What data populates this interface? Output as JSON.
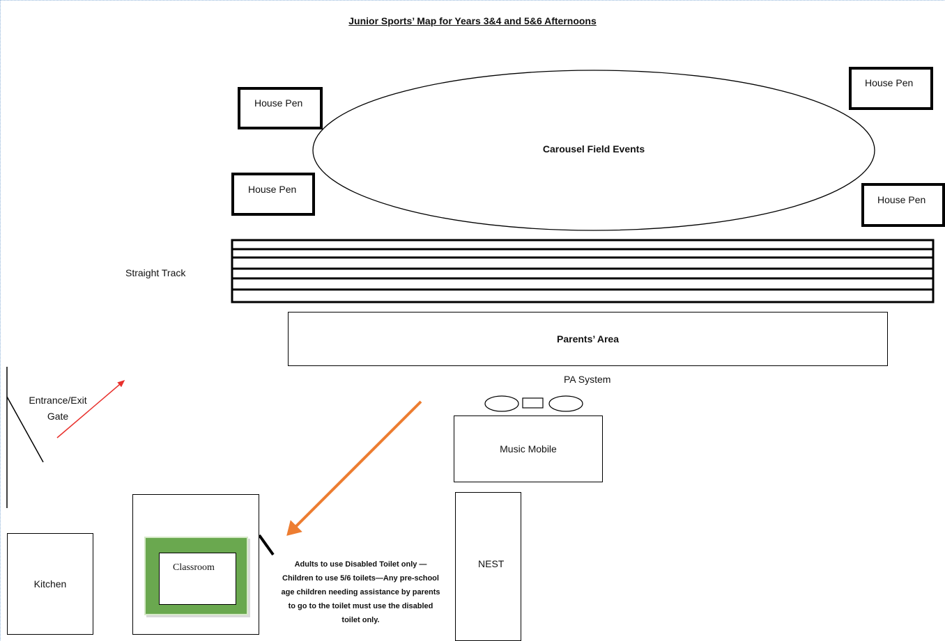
{
  "map": {
    "title": "Junior Sports’ Map for Years 3&4 and 5&6 Afternoons",
    "areas": {
      "house_pen_1": "House Pen",
      "house_pen_2": "House Pen",
      "house_pen_3": "House Pen",
      "house_pen_4": "House Pen",
      "carousel": "Carousel Field Events",
      "straight_track": "Straight Track",
      "parents_area": "Parents’ Area",
      "pa_system": "PA System",
      "music_mobile": "Music Mobile",
      "nest": "NEST",
      "kitchen": "Kitchen",
      "classroom": "Classroom",
      "entrance_gate_line1": "Entrance/Exit",
      "entrance_gate_line2": "Gate"
    },
    "toilet_note": [
      "Adults to use Disabled Toilet only —",
      "Children to use 5/6 toilets—Any pre-school",
      "age children needing assistance by parents",
      "to go to the toilet must use the disabled",
      "toilet only."
    ],
    "colors": {
      "classroom_green": "#6aa84f",
      "entrance_arrow": "#e8302c",
      "toilet_arrow": "#ed7d31"
    }
  }
}
